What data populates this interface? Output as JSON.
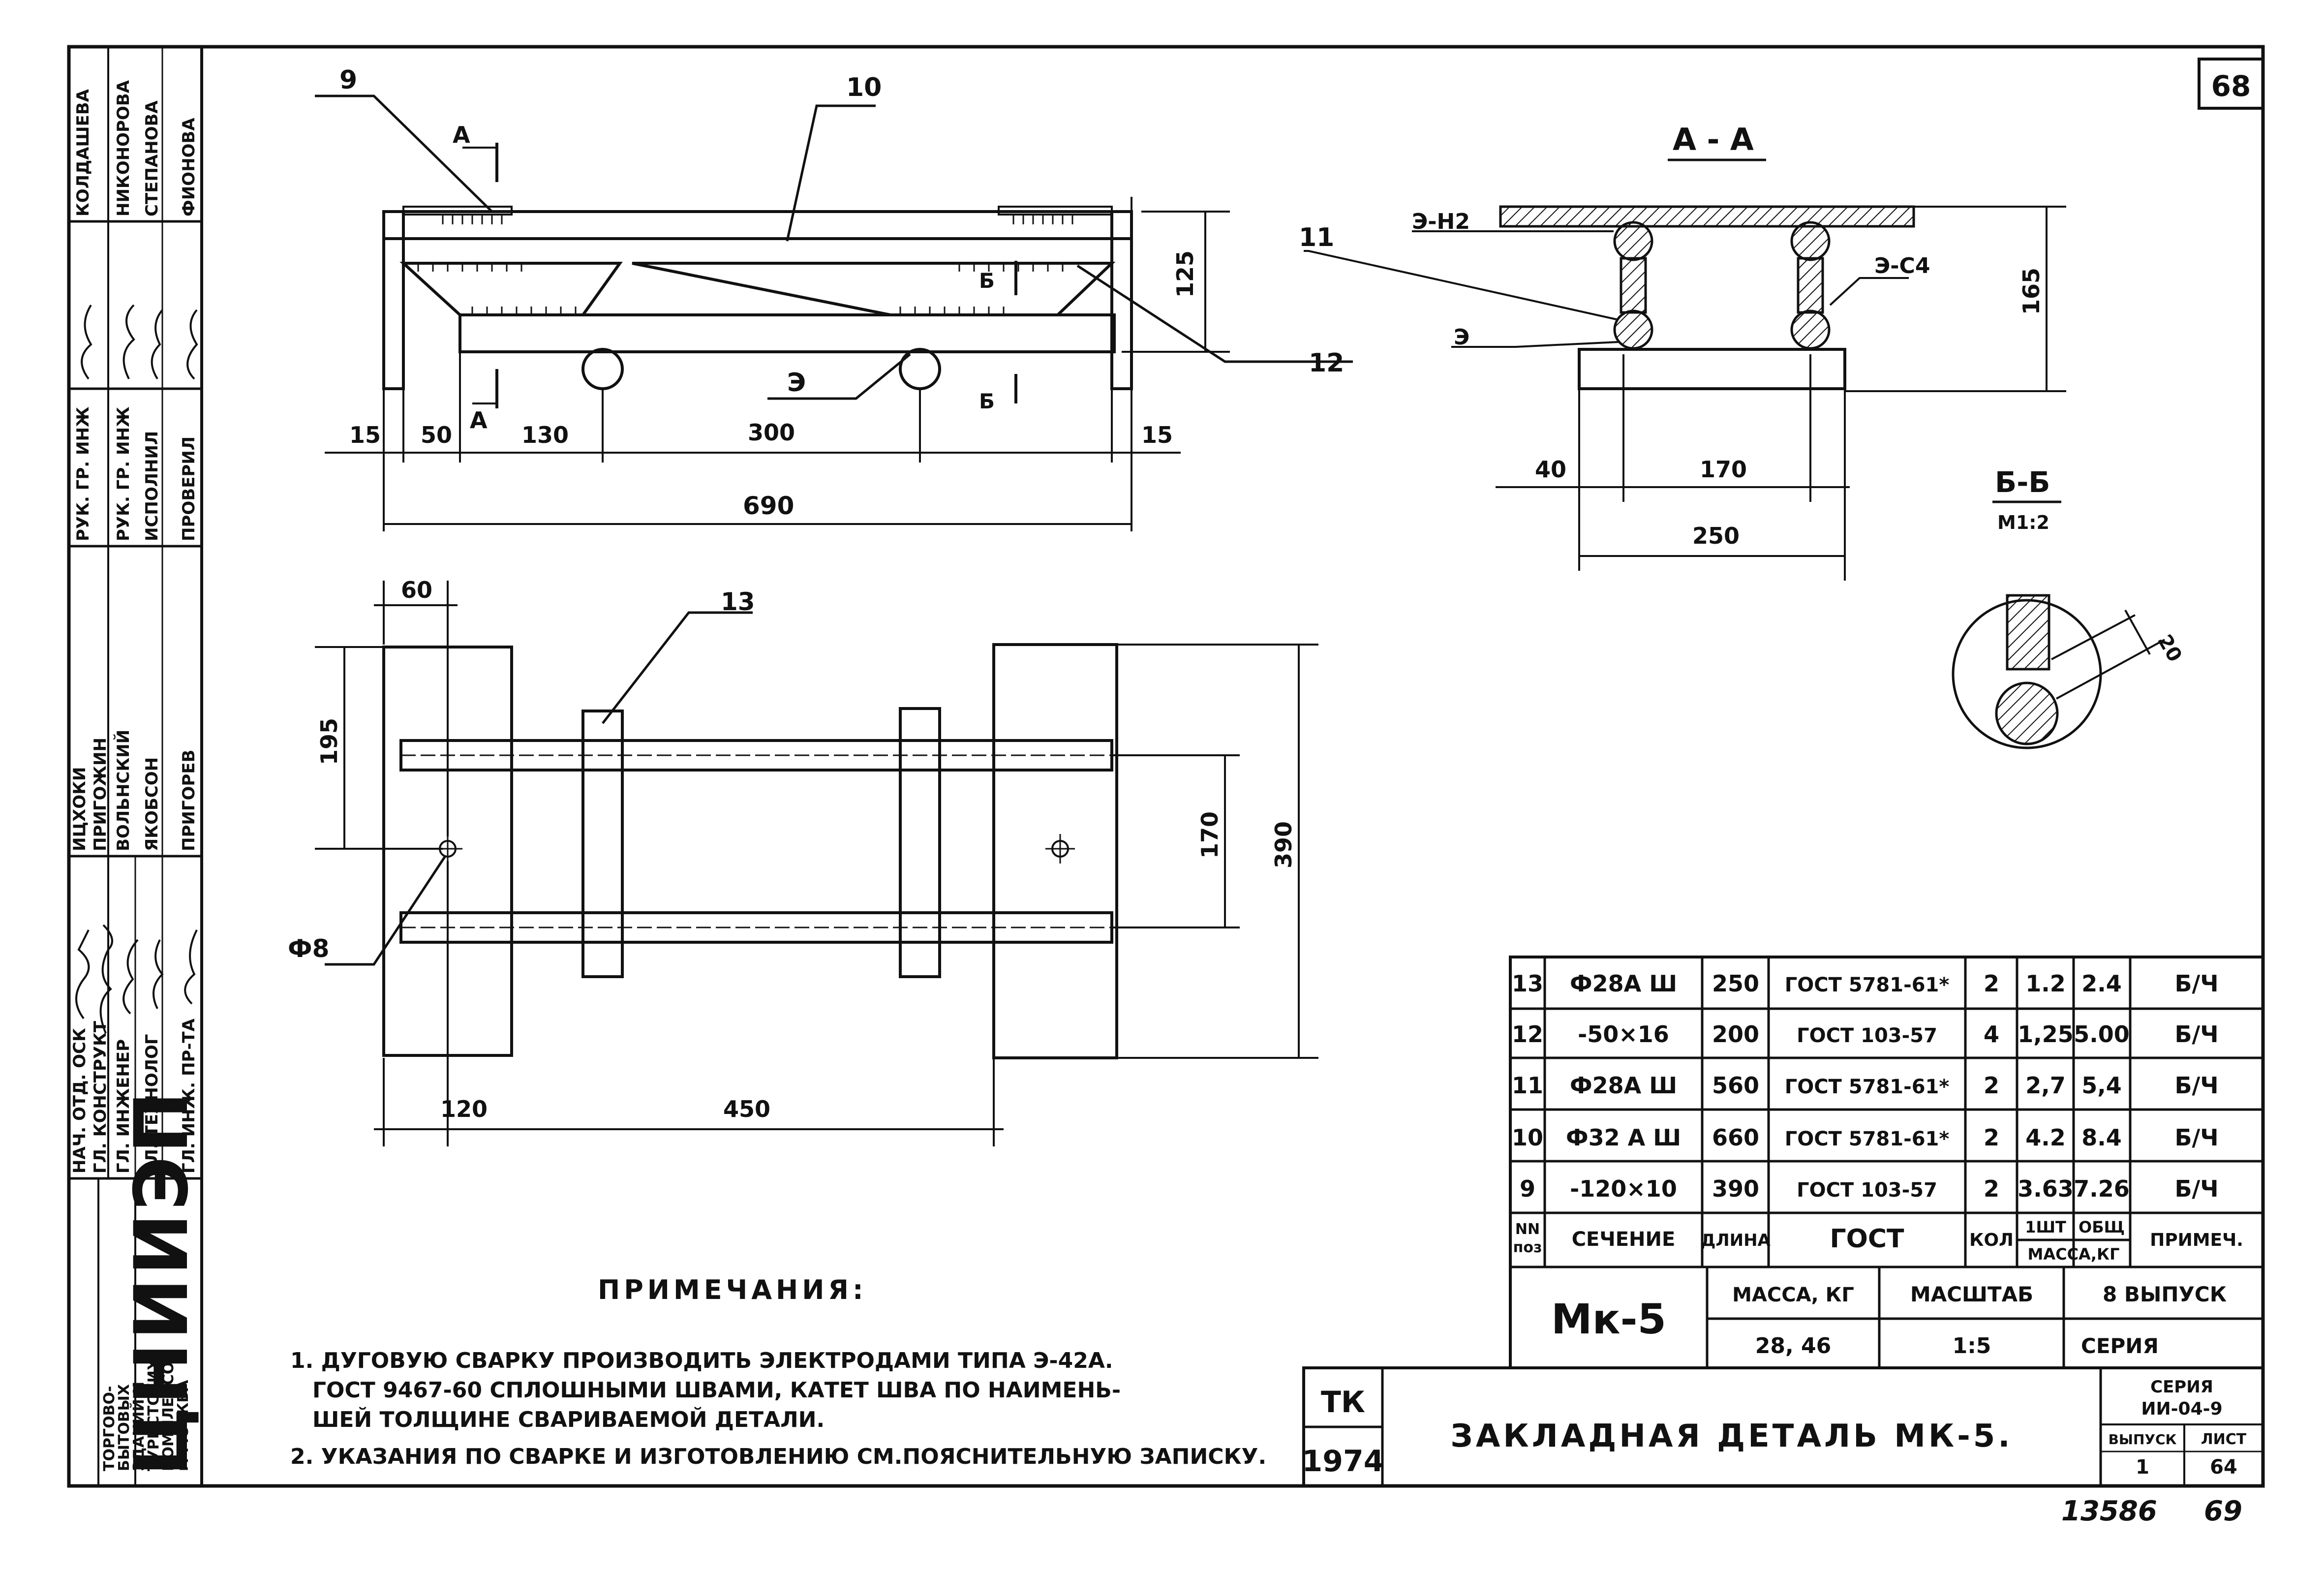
{
  "sheet": {
    "page_number": "68",
    "footer_left": "13586",
    "footer_right": "69"
  },
  "left_strip": {
    "logo": "ЦНИИЭП",
    "org": [
      "ТОРГОВО-",
      "БЫТОВЫХ",
      "ЗДАНИЙ И",
      "ТУРИСТСКИХ",
      "КОМПЛЕКСОВ",
      "г. МОСКВА"
    ],
    "roles": [
      "НАЧ. ОТД. ОСК",
      "ГЛ. КОНСТРУКТ",
      "ГЛ. ИНЖЕНЕР",
      "ГЛ. ТЕХНОЛОГ",
      "ГЛ. ИНЖ. ПР-ТА"
    ],
    "names1": [
      "ИЦХОКИ",
      "ПРИГОЖИН",
      "ВОЛЬНСКИЙ",
      "ЯКОБСОН",
      "ПРИГОРЕВ"
    ],
    "roles2": [
      "РУК. ГР. ИНЖ",
      "РУК. ГР. ИНЖ",
      "ИСПОЛНИЛ",
      "ПРОВЕРИЛ"
    ],
    "names2": [
      "КОЛДАШЕВА",
      "НИКОНОРОВА",
      "СТЕПАНОВА",
      "ФИОНОВА"
    ]
  },
  "elevation": {
    "labels": [
      "9",
      "10",
      "11",
      "12",
      "Э",
      "А",
      "А",
      "Б",
      "Б"
    ],
    "dims": [
      "15",
      "50",
      "130",
      "300",
      "15",
      "690",
      "125"
    ]
  },
  "section_aa": {
    "title": "А - А",
    "labels": [
      "Э-Н2",
      "Э-С4",
      "Э"
    ],
    "dims": [
      "165",
      "40",
      "170",
      "250"
    ]
  },
  "section_bb": {
    "title": "Б-Б",
    "scale": "М1:2",
    "dim": "20"
  },
  "plan": {
    "labels": [
      "13",
      "Ф8"
    ],
    "dims": [
      "60",
      "195",
      "170",
      "390",
      "120",
      "450"
    ]
  },
  "spec_table": {
    "headers": {
      "pos": [
        "NN",
        "поз"
      ],
      "section": "СЕЧЕНИЕ",
      "length": "ДЛИНА",
      "gost": "ГОСТ",
      "qty": "КОЛ",
      "one": "1ШТ",
      "total": "ОБЩ",
      "mass": "МАССА,КГ",
      "note": "ПРИМЕЧ."
    },
    "rows": [
      {
        "pos": "13",
        "section": "Ф28А Ш",
        "length": "250",
        "gost": "ГОСТ 5781-61*",
        "qty": "2",
        "one": "1.2",
        "total": "2.4",
        "note": "Б/Ч"
      },
      {
        "pos": "12",
        "section": "-50×16",
        "length": "200",
        "gost": "ГОСТ 103-57",
        "qty": "4",
        "one": "1,25",
        "total": "5.00",
        "note": "Б/Ч"
      },
      {
        "pos": "11",
        "section": "Ф28А Ш",
        "length": "560",
        "gost": "ГОСТ 5781-61*",
        "qty": "2",
        "one": "2,7",
        "total": "5,4",
        "note": "Б/Ч"
      },
      {
        "pos": "10",
        "section": "Ф32 А Ш",
        "length": "660",
        "gost": "ГОСТ 5781-61*",
        "qty": "2",
        "one": "4.2",
        "total": "8.4",
        "note": "Б/Ч"
      },
      {
        "pos": "9",
        "section": "-120×10",
        "length": "390",
        "gost": "ГОСТ 103-57",
        "qty": "2",
        "one": "3.63",
        "total": "7.26",
        "note": "Б/Ч"
      }
    ]
  },
  "title_block": {
    "mark": "Мк-5",
    "mass_label": "МАССА, КГ",
    "mass_value": "28, 46",
    "scale_label": "МАСШТАБ",
    "scale_value": "1:5",
    "issue_label": "8 ВЫПУСК",
    "series_label": "СЕРИЯ",
    "tk": "ТК",
    "year": "1974",
    "title": "ЗАКЛАДНАЯ ДЕТАЛЬ МК-5.",
    "series_small": "СЕРИЯ",
    "series_code": "ИИ-04-9",
    "vypusk_label": "ВЫПУСК",
    "vypusk_value": "1",
    "list_label": "ЛИСТ",
    "list_value": "64"
  },
  "notes": {
    "heading": "ПРИМЕЧАНИЯ:",
    "lines": [
      "1. ДУГОВУЮ СВАРКУ ПРОИЗВОДИТЬ ЭЛЕКТРОДАМИ ТИПА Э-42А.",
      "ГОСТ 9467-60 СПЛОШНЫМИ ШВАМИ, КАТЕТ ШВА ПО НАИМЕНЬ-",
      "ШЕЙ ТОЛЩИНЕ СВАРИВАЕМОЙ ДЕТАЛИ.",
      "2. УКАЗАНИЯ ПО СВАРКЕ И ИЗГОТОВЛЕНИЮ СМ.ПОЯСНИТЕЛЬНУЮ ЗАПИСКУ."
    ]
  }
}
